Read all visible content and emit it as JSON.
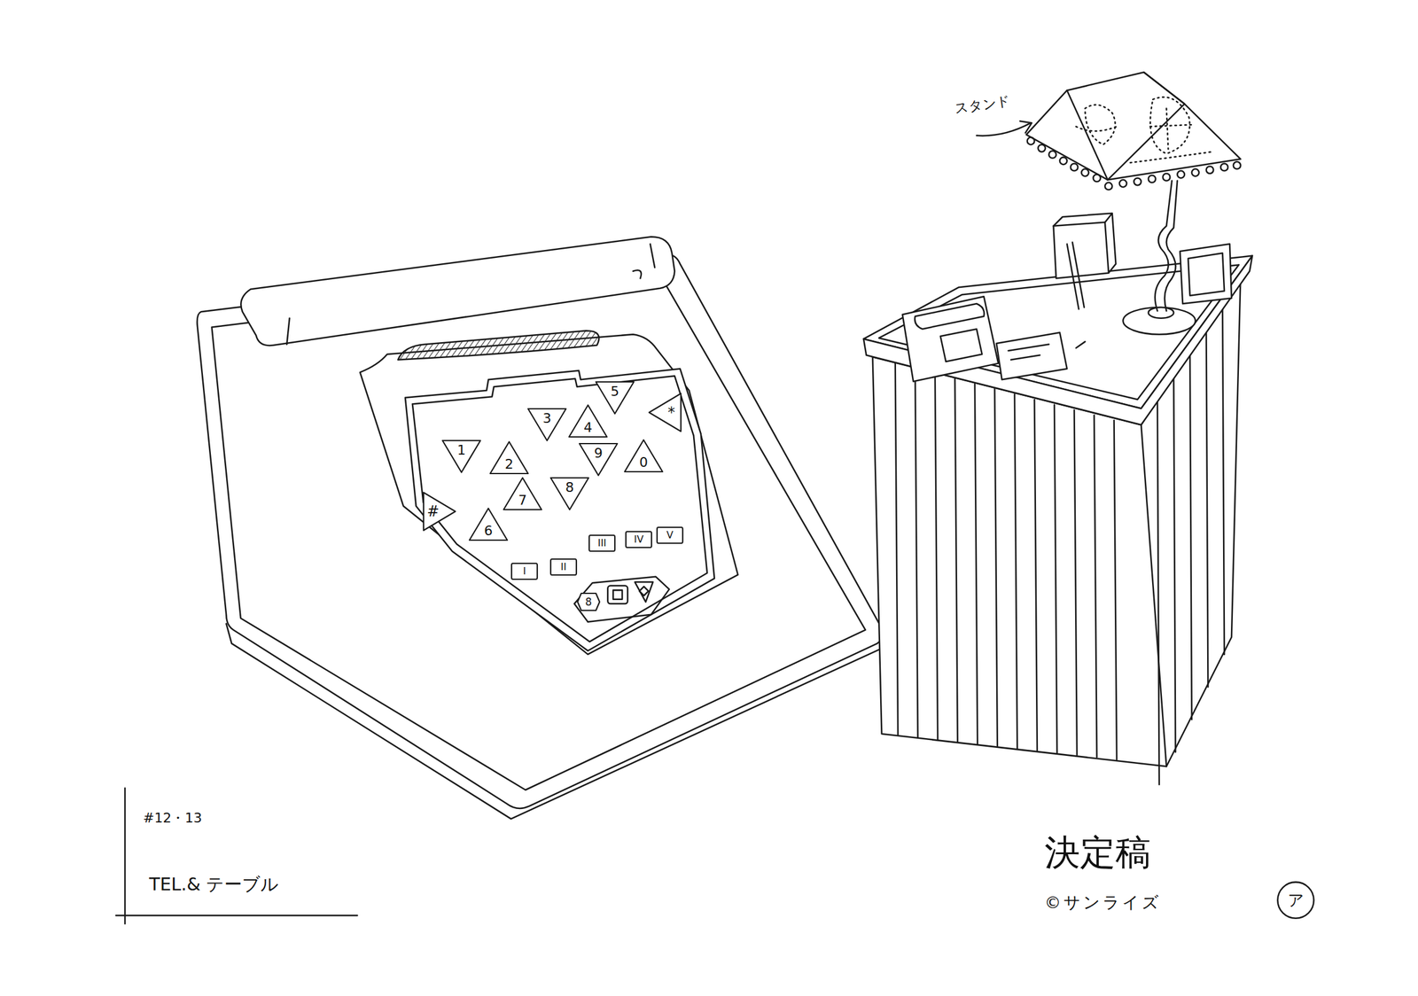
{
  "diagram": {
    "nodes": [
      {
        "text": [
          "5"
        ]
      },
      {
        "text": [
          "*"
        ]
      },
      {
        "text": [
          "3"
        ]
      },
      {
        "text": [
          "4"
        ]
      },
      {
        "text": [
          "1"
        ]
      },
      {
        "text": [
          "2"
        ]
      },
      {
        "text": [
          "9"
        ]
      },
      {
        "text": [
          "0"
        ]
      },
      {
        "text": [
          "#"
        ]
      },
      {
        "text": [
          "7"
        ]
      },
      {
        "text": [
          "8"
        ]
      },
      {
        "text": [
          "6"
        ]
      },
      {
        "text": [
          "III"
        ]
      },
      {
        "text": [
          "IV"
        ]
      },
      {
        "text": [
          "V"
        ]
      },
      {
        "text": [
          "I"
        ]
      },
      {
        "text": [
          "II"
        ]
      },
      {
        "text": [
          "8"
        ]
      }
    ],
    "labels": [
      "スタンド",
      "#12・13",
      "TEL.& テーブル",
      "決定稿",
      "©サンライズ",
      "ア"
    ]
  }
}
